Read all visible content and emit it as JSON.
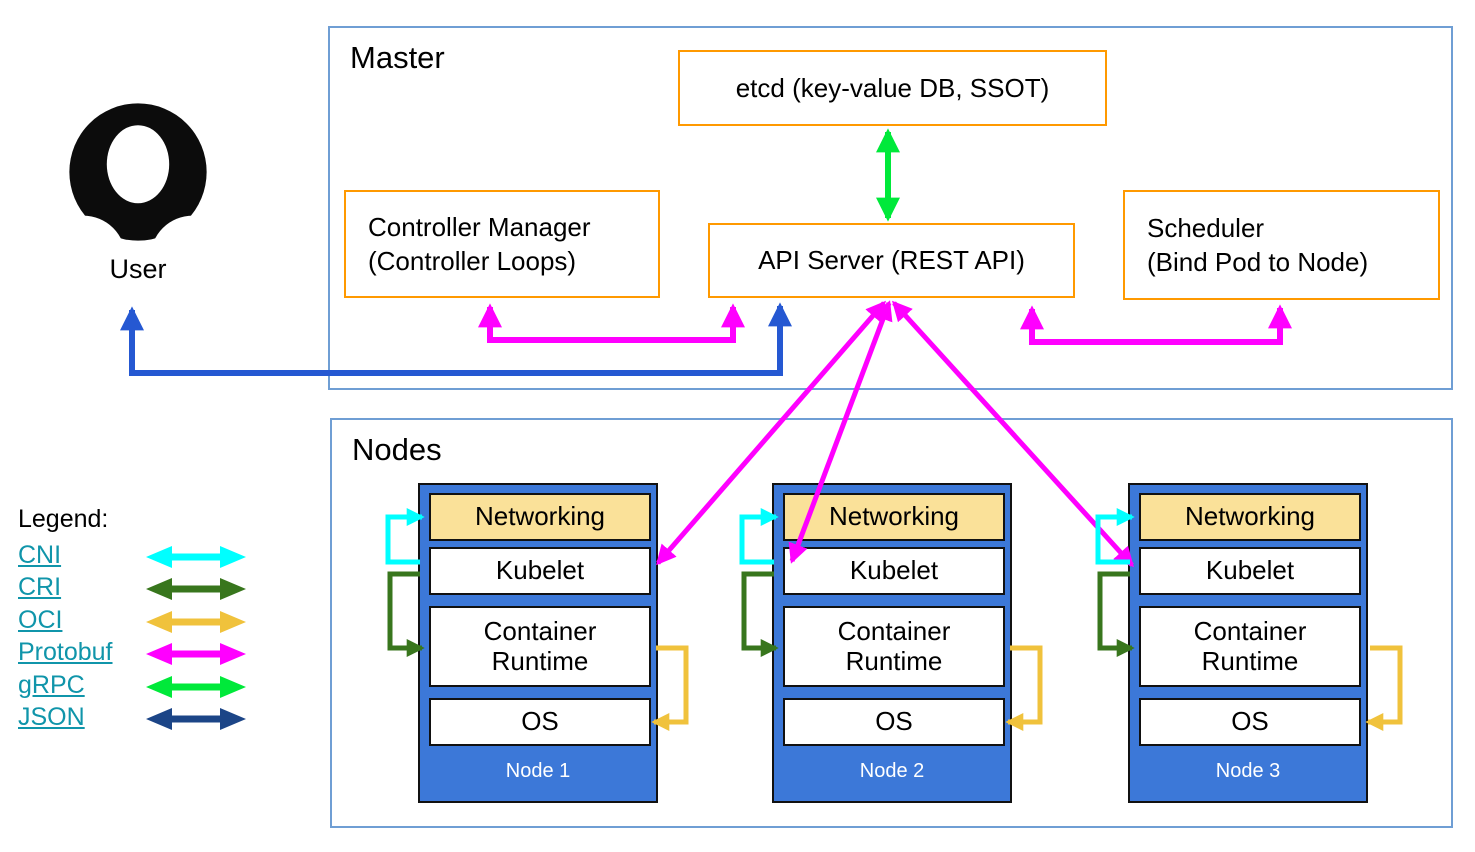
{
  "user": {
    "label": "User"
  },
  "master": {
    "title": "Master",
    "etcd_label": "etcd (key-value DB, SSOT)",
    "api_server_label": "API Server (REST API)",
    "controller_manager": {
      "line1": "Controller Manager",
      "line2": "(Controller Loops)"
    },
    "scheduler": {
      "line1": "Scheduler",
      "line2": "(Bind Pod to Node)"
    }
  },
  "nodes_section": {
    "title": "Nodes",
    "nodes": [
      {
        "name": "Node 1",
        "layers": [
          "Networking",
          "Kubelet",
          "Container Runtime",
          "OS"
        ]
      },
      {
        "name": "Node 2",
        "layers": [
          "Networking",
          "Kubelet",
          "Container Runtime",
          "OS"
        ]
      },
      {
        "name": "Node 3",
        "layers": [
          "Networking",
          "Kubelet",
          "Container Runtime",
          "OS"
        ]
      }
    ]
  },
  "legend": {
    "title": "Legend:",
    "items": [
      {
        "label": "CNI",
        "color": "#00ffff"
      },
      {
        "label": "CRI",
        "color": "#38761d"
      },
      {
        "label": "OCI",
        "color": "#f0c23c"
      },
      {
        "label": "Protobuf",
        "color": "#ff00ff"
      },
      {
        "label": "gRPC",
        "color": "#00e93a"
      },
      {
        "label": "JSON",
        "color": "#1c4587"
      }
    ]
  },
  "colors": {
    "node_fill": "#3c78d8",
    "networking_fill": "#fae199",
    "component_border": "#ff9900",
    "section_border": "#6f9ed4",
    "user_api_arrow": "#2558d2",
    "protobuf": "#ff00ff",
    "grpc": "#00e93a",
    "cni": "#00ffff",
    "cri": "#38761d",
    "oci": "#f0c23c",
    "json": "#1c4587"
  }
}
